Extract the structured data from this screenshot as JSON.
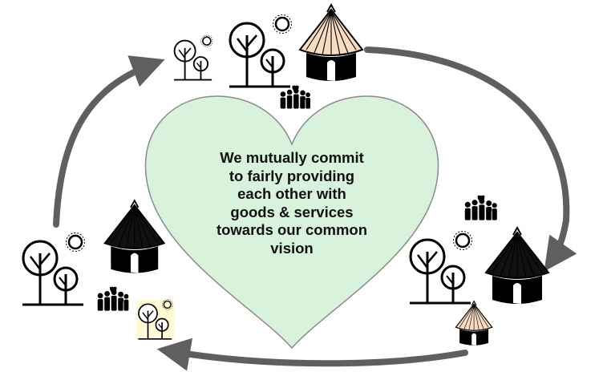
{
  "statement": {
    "lines": [
      "We mutually commit",
      "to fairly providing",
      "each other with",
      "goods & services",
      "towards our common",
      "vision"
    ]
  },
  "colors": {
    "heart_fill": "#d9f2dc",
    "heart_stroke": "#8a8a8a",
    "arrow": "#5f5f5f",
    "hut_thatch_light": "#f7dcc0",
    "hut_thatch_dark": "#111111",
    "icon_line": "#000000",
    "small_tree_highlight": "#fff5b0"
  },
  "icons": [
    "tree-cluster-icon",
    "sun-icon",
    "hut-icon",
    "people-group-icon",
    "cycle-arrow-icon"
  ]
}
